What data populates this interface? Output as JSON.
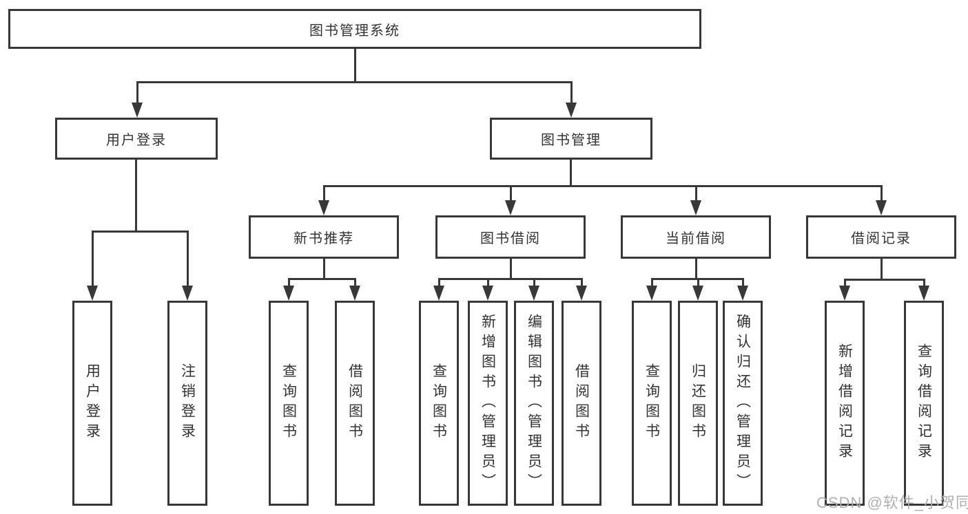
{
  "diagram_title": "图书管理系统",
  "colors": {
    "line": "#383838",
    "text": "#333333",
    "background": "#ffffff",
    "watermark": "#acacac"
  },
  "tree": {
    "label": "图书管理系统",
    "children": [
      {
        "label": "用户登录",
        "children": [
          {
            "label": "用户登录"
          },
          {
            "label": "注销登录"
          }
        ]
      },
      {
        "label": "图书管理",
        "children": [
          {
            "label": "新书推荐",
            "children": [
              {
                "label": "查询图书"
              },
              {
                "label": "借阅图书"
              }
            ]
          },
          {
            "label": "图书借阅",
            "children": [
              {
                "label": "查询图书"
              },
              {
                "label": "新增图书（管理员）"
              },
              {
                "label": "编辑图书（管理员）"
              },
              {
                "label": "借阅图书"
              }
            ]
          },
          {
            "label": "当前借阅",
            "children": [
              {
                "label": "查询图书"
              },
              {
                "label": "归还图书"
              },
              {
                "label": "确认归还（管理员）"
              }
            ]
          },
          {
            "label": "借阅记录",
            "children": [
              {
                "label": "新增借阅记录"
              },
              {
                "label": "查询借阅记录"
              }
            ]
          }
        ]
      }
    ]
  },
  "watermark": "CSDN @软件_小贺同学"
}
